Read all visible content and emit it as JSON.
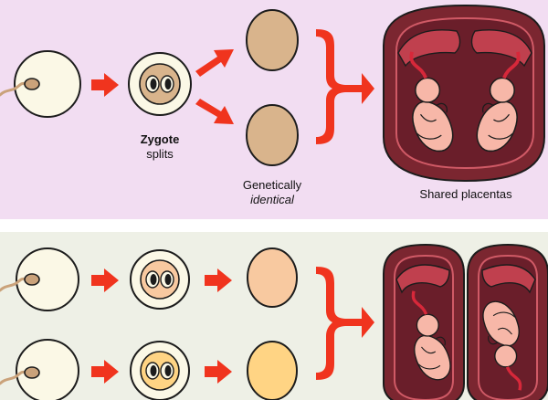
{
  "labels": {
    "zygote": "Zygote",
    "splits": "splits",
    "genetically": "Genetically",
    "identical": "identical",
    "shared_placentas": "Shared placentas"
  },
  "colors": {
    "top_panel_bg": "#f2ddf2",
    "bottom_panel_bg": "#eef0e6",
    "arrow_red": "#f0341e",
    "egg_fill": "#fbf8e6",
    "top_embryo": "#d9b48c",
    "bottom_embryo_1": "#f8c9a0",
    "bottom_embryo_2": "#ffd484",
    "uterus_wall": "#7b2630",
    "uterus_inner": "#b53a48",
    "fetus_skin": "#f7b7a8",
    "outline": "#1c1c1c"
  },
  "icons": [
    "sperm-icon",
    "egg-icon",
    "zygote-icon",
    "embryo-icon",
    "arrow-icon",
    "bracket-icon",
    "uterus-icon",
    "fetus-icon"
  ]
}
